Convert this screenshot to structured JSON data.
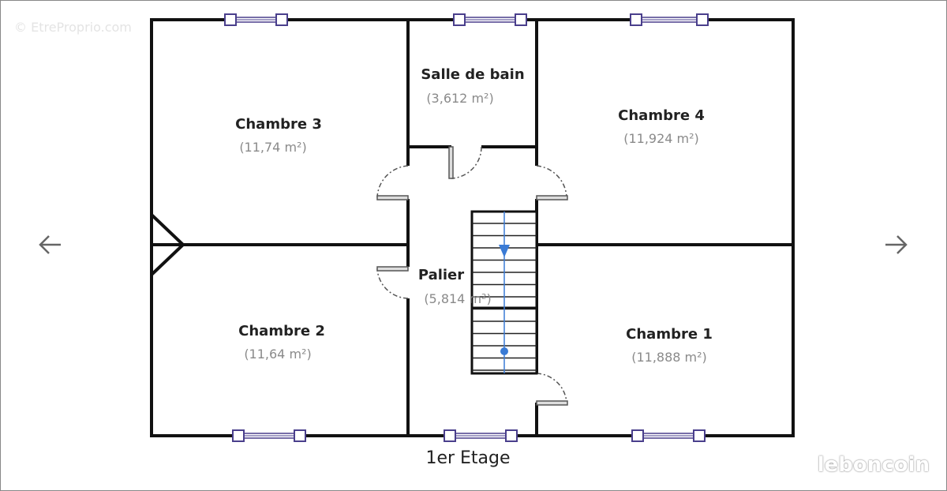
{
  "viewer": {
    "prev_icon": "arrow-left-icon",
    "next_icon": "arrow-right-icon",
    "brand": "leboncoin"
  },
  "image": {
    "watermark": "© EtreProprio.com",
    "floor_label": "1er Etage",
    "rooms": [
      {
        "name": "Chambre 3",
        "area": "(11,74 m²)"
      },
      {
        "name": "Salle de bain",
        "area": "(3,612 m²)"
      },
      {
        "name": "Chambre 4",
        "area": "(11,924 m²)"
      },
      {
        "name": "Palier",
        "area": "(5,814 m²)"
      },
      {
        "name": "Chambre 2",
        "area": "(11,64 m²)"
      },
      {
        "name": "Chambre 1",
        "area": "(11,888 m²)"
      }
    ],
    "colors": {
      "wall": "#111111",
      "window": "#4a3f8c",
      "stair_arrow": "#3a7bd5",
      "area_text": "#8a8a8a"
    }
  }
}
